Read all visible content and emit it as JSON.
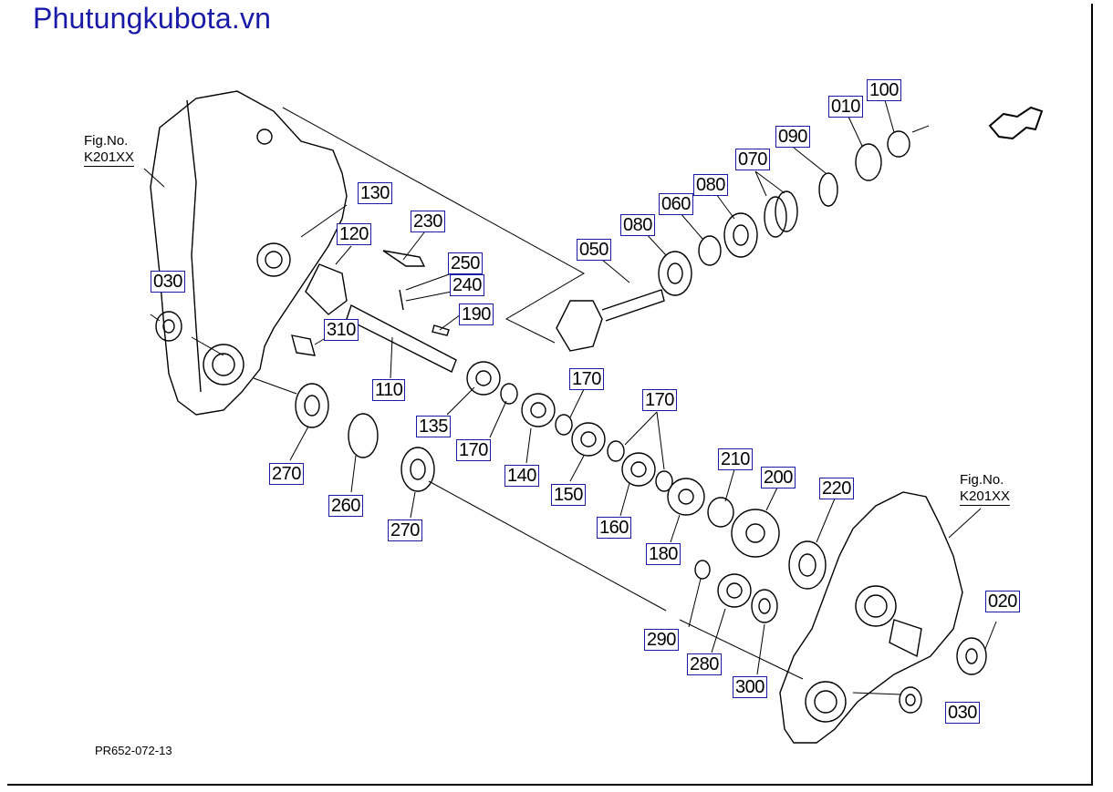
{
  "brand": "Phutungkubota.vn",
  "drawing_code": "PR652-072-13",
  "fig_refs": [
    {
      "line1": "Fig.No.",
      "line2": "K201XX"
    },
    {
      "line1": "Fig.No.",
      "line2": "K201XX"
    }
  ],
  "parts": {
    "p010": "010",
    "p100": "100",
    "p090": "090",
    "p070": "070",
    "p080a": "080",
    "p060": "060",
    "p080b": "080",
    "p050": "050",
    "p130": "130",
    "p230": "230",
    "p120": "120",
    "p250": "250",
    "p240": "240",
    "p030a": "030",
    "p190": "190",
    "p310": "310",
    "p110": "110",
    "p170a": "170",
    "p170b": "170",
    "p170c": "170",
    "p135": "135",
    "p140": "140",
    "p150": "150",
    "p160": "160",
    "p180": "180",
    "p210": "210",
    "p200": "200",
    "p220": "220",
    "p270a": "270",
    "p260": "260",
    "p270b": "270",
    "p020": "020",
    "p290": "290",
    "p280": "280",
    "p300": "300",
    "p030b": "030"
  }
}
